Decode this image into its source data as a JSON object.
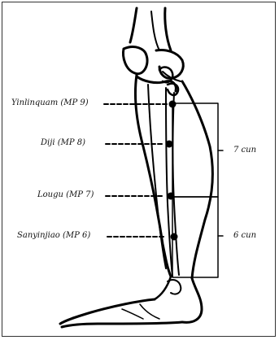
{
  "points": [
    {
      "name": "Yinlinquam",
      "code": "MP 9",
      "label": "Yinlinquam (MP 9)"
    },
    {
      "name": "Diji",
      "code": "MP 8",
      "label": "Diji (MP 8)"
    },
    {
      "name": "Lougu",
      "code": "MP 7",
      "label": "Lougu (MP 7)"
    },
    {
      "name": "Sanyinjiao",
      "code": "MP 6",
      "label": "Sanyinjiao (MP 6)"
    }
  ],
  "measurements": {
    "upper": "7 cun",
    "lower": "6 cun"
  },
  "colors": {
    "ink": "#000000",
    "background": "#ffffff"
  }
}
